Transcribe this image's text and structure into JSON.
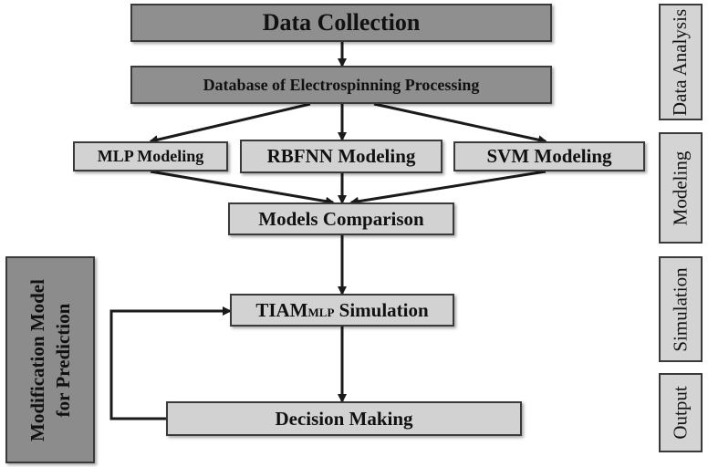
{
  "steps": {
    "data_collection": "Data Collection",
    "database": "Database of Electrospinning Processing",
    "mlp": "MLP Modeling",
    "rbfnn": "RBFNN Modeling",
    "svm": "SVM Modeling",
    "comparison": "Models Comparison",
    "simulation_main": "TIAM",
    "simulation_sub": "MLP",
    "simulation_rest": " Simulation",
    "decision": "Decision Making"
  },
  "feedback": {
    "line1": "Modification Model",
    "line2": "for Prediction"
  },
  "stages": {
    "data_analysis": "Data Analysis",
    "modeling": "Modeling",
    "simulation": "Simulation",
    "output": "Output"
  },
  "colors": {
    "dark_box": "#8f8f8f",
    "light_box": "#d2d2d2",
    "stroke": "#1a1a1a"
  }
}
